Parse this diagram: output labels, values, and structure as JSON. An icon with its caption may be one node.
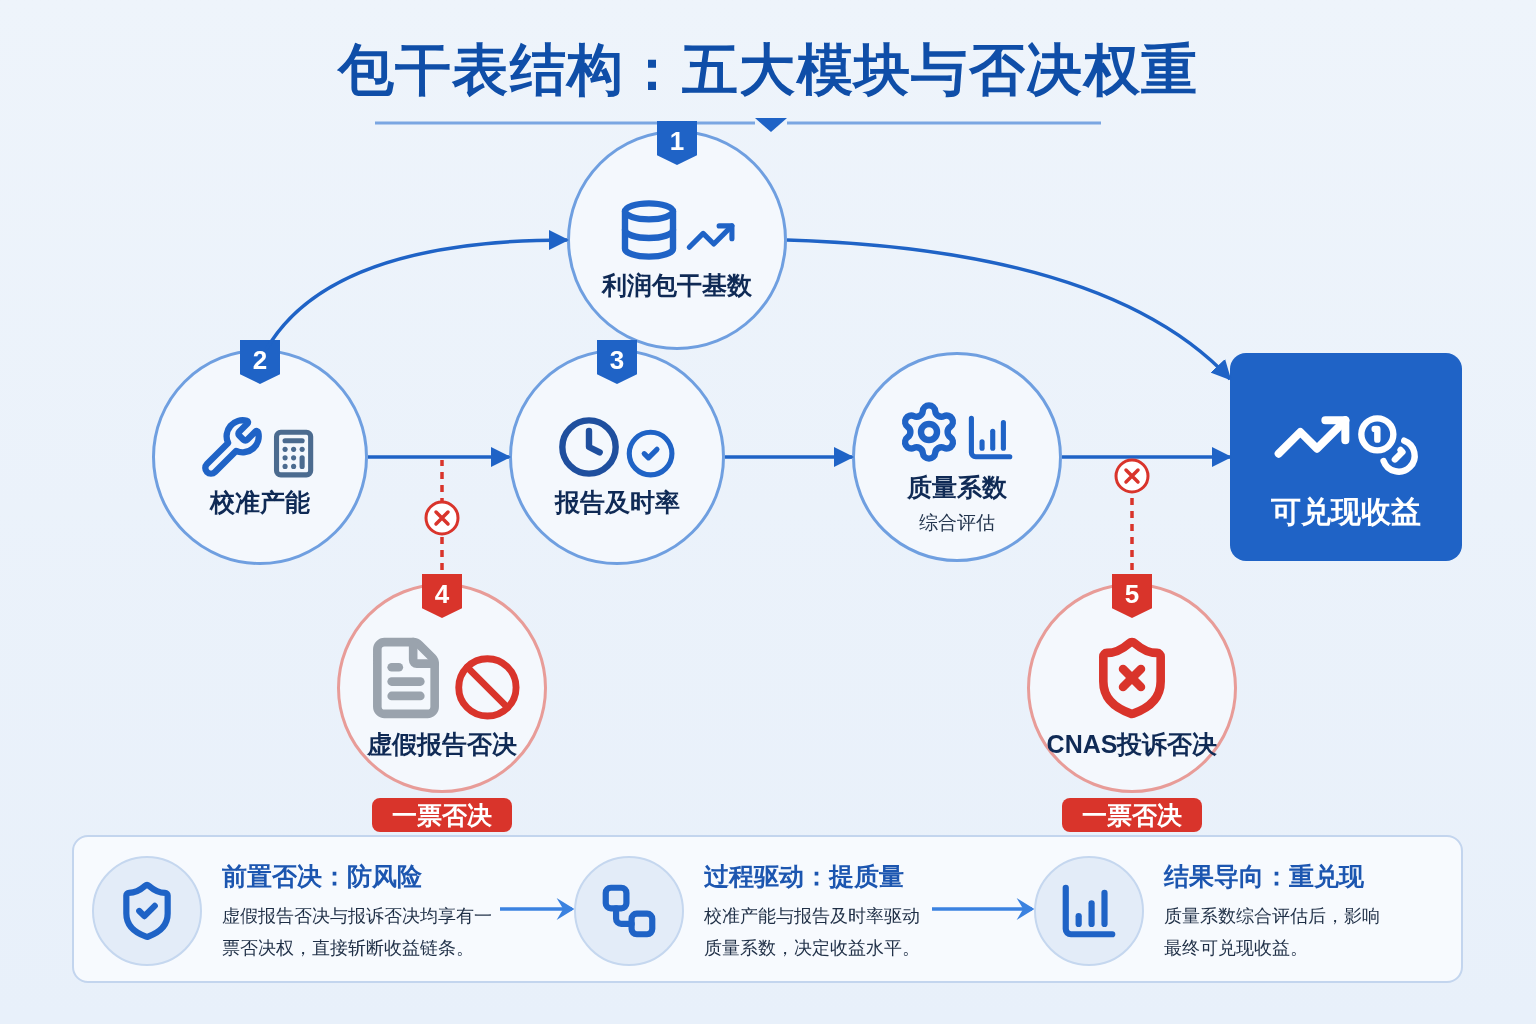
{
  "diagram": {
    "title": "包干表结构：五大模块与否决权重",
    "nodes": [
      {
        "text": [
          "1",
          "利润包干基数"
        ]
      },
      {
        "text": [
          "2",
          "校准产能"
        ]
      },
      {
        "text": [
          "3",
          "报告及时率"
        ]
      },
      {
        "text": [
          "质量系数",
          "综合评估"
        ]
      },
      {
        "text": [
          "可兑现收益"
        ]
      },
      {
        "text": [
          "4",
          "虚假报告否决",
          "一票否决"
        ]
      },
      {
        "text": [
          "5",
          "CNAS投诉否决",
          "一票否决"
        ]
      },
      {
        "text": [],
        "shape": "box"
      },
      {
        "text": [
          "前置否决：防风险",
          "虚假报告否决与报诉否决均享有一票否决权，直接斩断收益链条。"
        ],
        "in": 7
      },
      {
        "text": [
          "过程驱动：提质量",
          "校准产能与报告及时率驱动质量系数，决定收益水平。"
        ],
        "in": 7
      },
      {
        "text": [
          "结果导向：重兑现",
          "质量系数综合评估后，影响最终可兑现收益。"
        ],
        "in": 7
      }
    ],
    "edges": [
      {
        "from": 1,
        "to": 0,
        "arrow": "to"
      },
      {
        "from": 0,
        "to": 4,
        "arrow": "to"
      },
      {
        "from": 1,
        "to": 2,
        "arrow": "to"
      },
      {
        "from": 2,
        "to": 3,
        "arrow": "to"
      },
      {
        "from": 3,
        "to": 4,
        "arrow": "to"
      },
      {
        "from": 5,
        "to": null,
        "arrow": "none",
        "style": "dashed",
        "color": "#d9342b"
      },
      {
        "from": 6,
        "to": null,
        "arrow": "other",
        "style": "dashed",
        "color": "#d9342b"
      },
      {
        "from": 8,
        "to": 9,
        "arrow": "to",
        "color": "#3b82e0"
      },
      {
        "from": 9,
        "to": 10,
        "arrow": "to",
        "color": "#3b82e0"
      }
    ]
  }
}
